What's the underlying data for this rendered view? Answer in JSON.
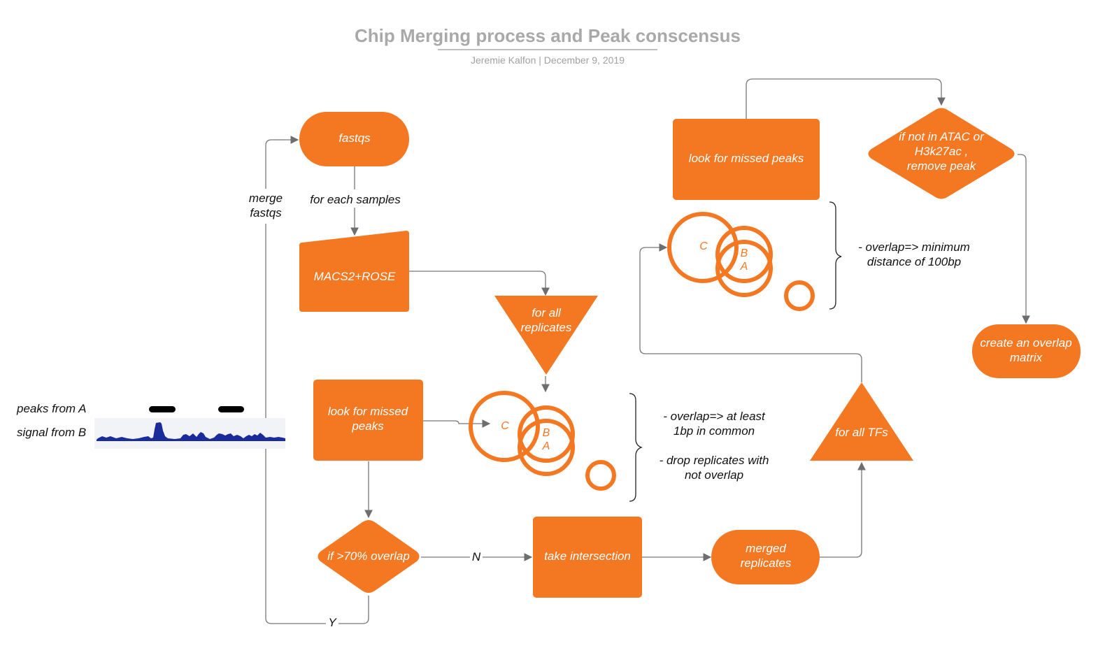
{
  "title": "Chip Merging process and Peak conscensus",
  "subtitle": "Jeremie Kalfon  |  December 9, 2019",
  "colors": {
    "node_fill": "#f47721",
    "node_text": "#ffffff",
    "edge": "#777777",
    "title": "#a9a9a9",
    "track_signal": "#1a2b9c",
    "peak_bar": "#000000"
  },
  "nodes": {
    "fastqs": [
      "fastqs"
    ],
    "macs2": [
      "MACS2+ROSE"
    ],
    "all_replicates": [
      "for  all",
      "replicates"
    ],
    "missed_peaks_1": [
      "look for missed",
      "peaks"
    ],
    "overlap_70": [
      "if >70% overlap"
    ],
    "take_intersection": [
      "take  intersection"
    ],
    "merged_replicates": [
      "merged",
      "replicates"
    ],
    "all_tfs": [
      "for all TFs"
    ],
    "missed_peaks_2": [
      "look for missed peaks"
    ],
    "not_in_atac": [
      "if not in ATAC or",
      "H3k27ac ,",
      "remove peak"
    ],
    "overlap_matrix": [
      "create an overlap",
      "matrix"
    ]
  },
  "edge_labels": {
    "for_each_samples": "for each samples",
    "merge_fastqs": [
      "merge",
      "fastqs"
    ],
    "no": "N",
    "yes": "Y"
  },
  "venn_labels": {
    "c": "C",
    "b": "B",
    "a": "A"
  },
  "notes": {
    "replicates": [
      "- overlap=> at least",
      "1bp in common",
      "- drop replicates with",
      "not overlap"
    ],
    "tfs": [
      "- overlap=> minimum",
      "distance of 100bp"
    ]
  },
  "track": {
    "peaks_label": "peaks from A",
    "signal_label": "signal from B"
  }
}
